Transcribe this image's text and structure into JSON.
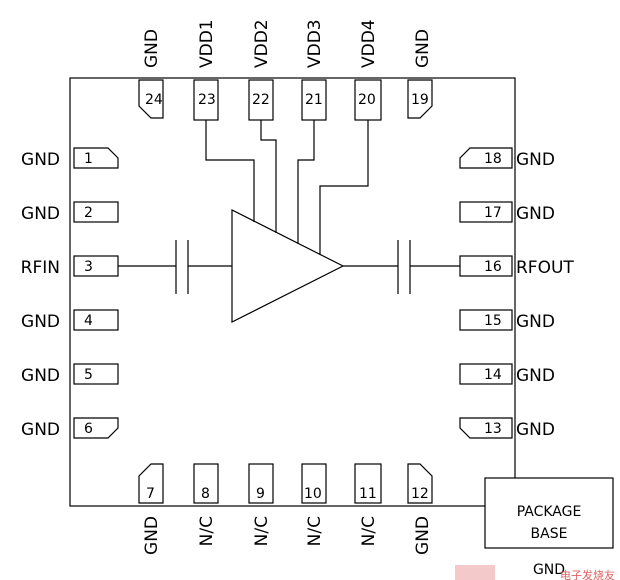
{
  "diagram": {
    "pins": {
      "p1": {
        "num": "1",
        "name": "GND"
      },
      "p2": {
        "num": "2",
        "name": "GND"
      },
      "p3": {
        "num": "3",
        "name": "RFIN"
      },
      "p4": {
        "num": "4",
        "name": "GND"
      },
      "p5": {
        "num": "5",
        "name": "GND"
      },
      "p6": {
        "num": "6",
        "name": "GND"
      },
      "p7": {
        "num": "7",
        "name": "GND"
      },
      "p8": {
        "num": "8",
        "name": "N/C"
      },
      "p9": {
        "num": "9",
        "name": "N/C"
      },
      "p10": {
        "num": "10",
        "name": "N/C"
      },
      "p11": {
        "num": "11",
        "name": "N/C"
      },
      "p12": {
        "num": "12",
        "name": "GND"
      },
      "p13": {
        "num": "13",
        "name": "GND"
      },
      "p14": {
        "num": "14",
        "name": "GND"
      },
      "p15": {
        "num": "15",
        "name": "GND"
      },
      "p16": {
        "num": "16",
        "name": "RFOUT"
      },
      "p17": {
        "num": "17",
        "name": "GND"
      },
      "p18": {
        "num": "18",
        "name": "GND"
      },
      "p19": {
        "num": "19",
        "name": "GND"
      },
      "p20": {
        "num": "20",
        "name": "VDD4"
      },
      "p21": {
        "num": "21",
        "name": "VDD3"
      },
      "p22": {
        "num": "22",
        "name": "VDD2"
      },
      "p23": {
        "num": "23",
        "name": "VDD1"
      },
      "p24": {
        "num": "24",
        "name": "GND"
      }
    },
    "package_base": {
      "line1": "PACKAGE",
      "line2": "BASE",
      "gnd": "GND"
    },
    "watermark": "电子发烧友"
  }
}
